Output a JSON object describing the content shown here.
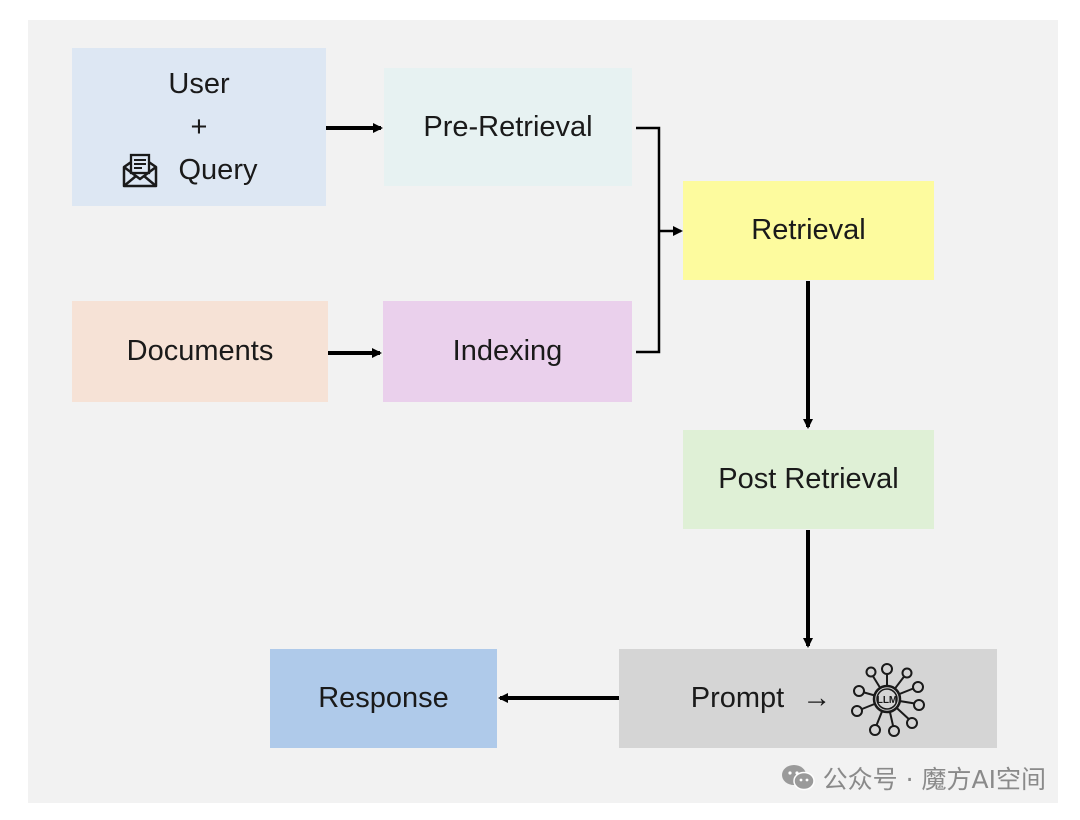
{
  "nodes": {
    "user": {
      "line1": "User",
      "line2": "+",
      "line3": "Query",
      "icon": "envelope-letter-icon"
    },
    "pre_retrieval": {
      "label": "Pre-Retrieval"
    },
    "retrieval": {
      "label": "Retrieval"
    },
    "documents": {
      "label": "Documents"
    },
    "indexing": {
      "label": "Indexing"
    },
    "post_retrieval": {
      "label": "Post Retrieval"
    },
    "prompt": {
      "label": "Prompt",
      "arrow": "→",
      "icon": "llm-network-icon",
      "icon_text": "LLM"
    },
    "response": {
      "label": "Response"
    }
  },
  "edges": [
    {
      "from": "user",
      "to": "pre_retrieval"
    },
    {
      "from": "documents",
      "to": "indexing"
    },
    {
      "from": "pre_retrieval",
      "to": "retrieval"
    },
    {
      "from": "indexing",
      "to": "retrieval"
    },
    {
      "from": "retrieval",
      "to": "post_retrieval"
    },
    {
      "from": "post_retrieval",
      "to": "prompt"
    },
    {
      "from": "prompt",
      "to": "response"
    }
  ],
  "watermark": {
    "text": "公众号 · 魔方AI空间",
    "icon": "wechat-icon"
  },
  "colors": {
    "user": "#dde7f3",
    "pre_retrieval": "#e7f2f2",
    "retrieval": "#fdfb9e",
    "documents": "#f6e2d6",
    "indexing": "#ead0ec",
    "post_retrieval": "#dff0d6",
    "prompt": "#d5d5d5",
    "response": "#afcaea"
  }
}
